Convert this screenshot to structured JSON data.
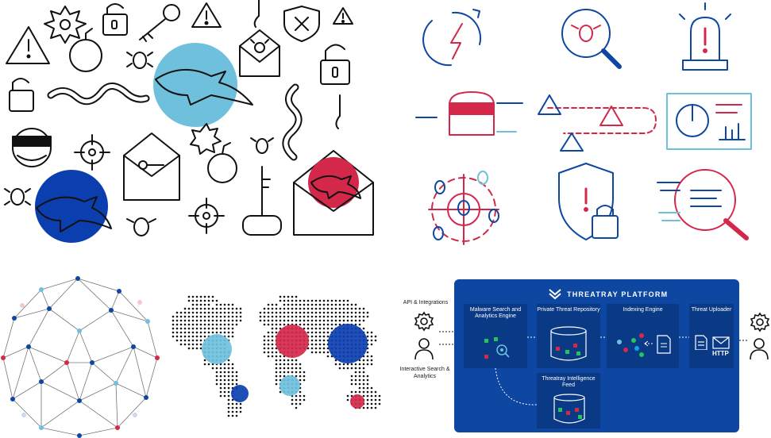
{
  "platform": {
    "title": "THREATRAY PLATFORM",
    "engines": {
      "search": "Malware Search and Analytics Engine",
      "repository": "Private Threat Repository",
      "indexing": "Indexing Engine",
      "uploader": "Threat Uploader",
      "feed": "Threatray Intelligence Feed"
    },
    "http_label": "HTTP"
  },
  "left_labels": {
    "api": "API & Integrations",
    "interactive": "Interactive Search & Analytics"
  },
  "colors": {
    "navy": "#0d47a1",
    "light_blue": "#6fc0dc",
    "crimson": "#d4284b",
    "deep_blue": "#0b3fb0",
    "ink": "#111111"
  }
}
